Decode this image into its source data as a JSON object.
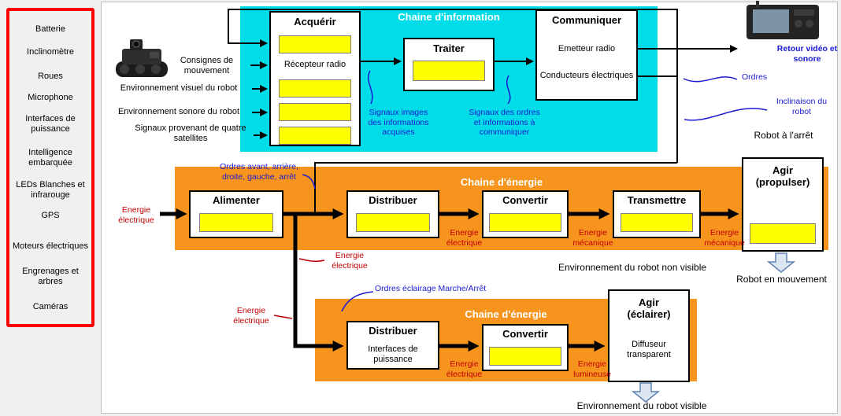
{
  "sidebar": {
    "items": [
      "Batterie",
      "Inclinomètre",
      "Roues",
      "Microphone",
      "Interfaces de puissance",
      "Intelligence embarquée",
      "LEDs Blanches et infrarouge",
      "GPS",
      "Moteurs électriques",
      "Engrenages et arbres",
      "Caméras"
    ]
  },
  "info_chain": {
    "title": "Chaine d'information",
    "inputs": [
      "Consignes de mouvement",
      "Environnement visuel du robot",
      "Environnement sonore du robot",
      "Signaux provenant de quatre satellites"
    ],
    "boxes": {
      "acquerir": {
        "title": "Acquérir",
        "subtitle": "Récepteur radio"
      },
      "traiter": {
        "title": "Traiter"
      },
      "communiquer": {
        "title": "Communiquer",
        "line1": "Emetteur radio",
        "line2": "Conducteurs électriques"
      }
    },
    "annotations": {
      "signaux_images": "Signaux images des informations acquises",
      "signaux_ordres": "Signaux des ordres et informations à communiquer",
      "retour_video": "Retour vidéo et sonore",
      "ordres": "Ordres",
      "inclinaison": "Inclinaison du robot"
    }
  },
  "energy_top": {
    "title": "Chaine d'énergie",
    "boxes": {
      "alimenter": "Alimenter",
      "distribuer": "Distribuer",
      "convertir": "Convertir",
      "transmettre": "Transmettre",
      "agir": "Agir (propulser)"
    },
    "labels": {
      "energie_in": "Energie électrique",
      "ordres_mouvement": "Ordres avant, arrière, droite, gauche, arrêt",
      "energie_branch": "Energie électrique",
      "energie_dist_conv": "Energie électrique",
      "energie_conv_trans": "Energie mécanique",
      "energie_trans_agir": "Energie mécanique",
      "robot_arret": "Robot à l'arrêt",
      "robot_mouvement": "Robot en mouvement",
      "env_non_visible": "Environnement du robot non visible"
    }
  },
  "energy_bottom": {
    "title": "Chaine d'énergie",
    "boxes": {
      "distribuer": {
        "title": "Distribuer",
        "subtitle": "Interfaces de puissance"
      },
      "convertir": "Convertir",
      "agir": {
        "title": "Agir (éclairer)",
        "subtitle": "Diffuseur transparent"
      }
    },
    "labels": {
      "ordres_eclairage": "Ordres éclairage Marche/Arrêt",
      "energie_gauche": "Energie électrique",
      "energie_dist_conv": "Energie électrique",
      "energie_lumineuse": "Energie lumineuse",
      "env_visible": "Environnement du robot visible"
    }
  },
  "colors": {
    "info_band": "#00dce8",
    "energy_band": "#f7941e",
    "placeholder_yellow": "#ffff00",
    "annotation_blue": "#1a1ad2",
    "energy_red": "#c00000",
    "sidebar_border": "#ff0000",
    "block_arrow_fill": "#dce6f2",
    "block_arrow_stroke": "#6080b0"
  }
}
